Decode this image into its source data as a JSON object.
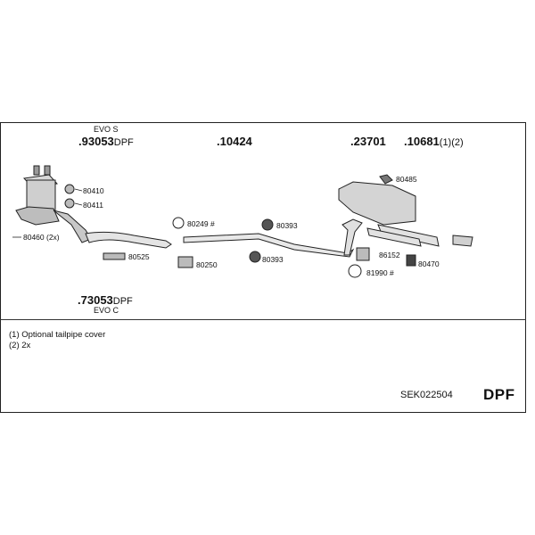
{
  "groups": {
    "g1": {
      "variant_top": "EVO S",
      "dot": ".",
      "number": "93053",
      "suffix": "DPF"
    },
    "g2": {
      "dot": ".",
      "number": "10424"
    },
    "g3": {
      "dot": ".",
      "number": "23701"
    },
    "g4": {
      "dot": ".",
      "number": "10681",
      "suffix": "(1)(2)"
    },
    "g5": {
      "dot": ".",
      "number": "73053",
      "suffix": "DPF",
      "variant_bottom": "EVO C"
    }
  },
  "parts": {
    "p80410": "80410",
    "p80411": "80411",
    "p80460": "80460 (2x)",
    "p80525": "80525",
    "p80249": "80249 #",
    "p80250": "80250",
    "p80393a": "80393",
    "p80393b": "80393",
    "p80485": "80485",
    "p86152": "86152",
    "p80470": "80470",
    "p81990": "81990 #"
  },
  "notes": [
    "(1) Optional tailpipe cover",
    "(2) 2x"
  ],
  "kit_code": "SEK022504",
  "badge": "DPF"
}
